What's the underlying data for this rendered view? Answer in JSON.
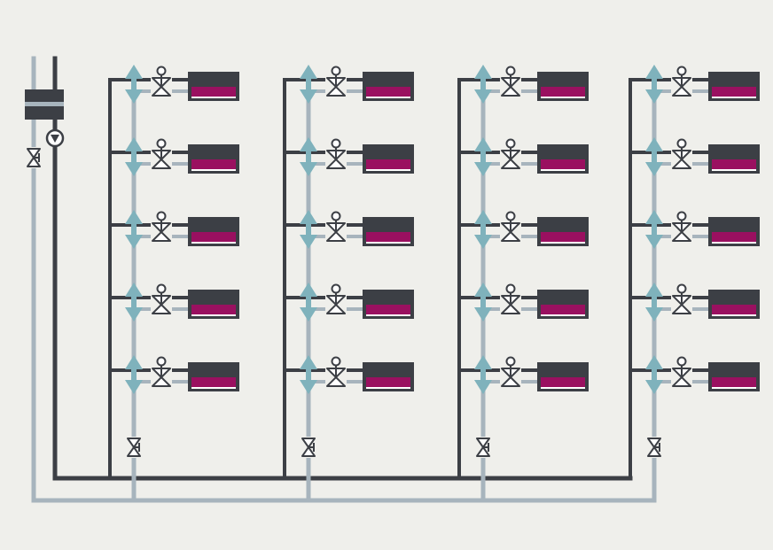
{
  "diagram": {
    "type": "hydronic-heating-schematic",
    "colors": {
      "background": "#efefeb",
      "supply_pipe": "#3c3f45",
      "return_pipe": "#a7b4bd",
      "balancing_valve": "#7fb2bc",
      "radiator_body": "#3c3f45",
      "radiator_core": "#9a1060",
      "valve_stroke": "#3c3f45"
    },
    "components": {
      "buffer_tank": "tank-icon",
      "circulation_pump": "pump-icon",
      "main_return_valve": "gate-valve-icon",
      "riser_valve": "gate-valve-icon",
      "branch_valve": "thermostatic-valve-icon",
      "balancing_valve": "flow-balancer-icon",
      "radiator": "radiator-icon"
    },
    "risers": [
      {
        "id": "riser-1",
        "floors": 5,
        "radiators": 5
      },
      {
        "id": "riser-2",
        "floors": 5,
        "radiators": 5
      },
      {
        "id": "riser-3",
        "floors": 5,
        "radiators": 5
      },
      {
        "id": "riser-4",
        "floors": 5,
        "radiators": 5
      }
    ]
  }
}
